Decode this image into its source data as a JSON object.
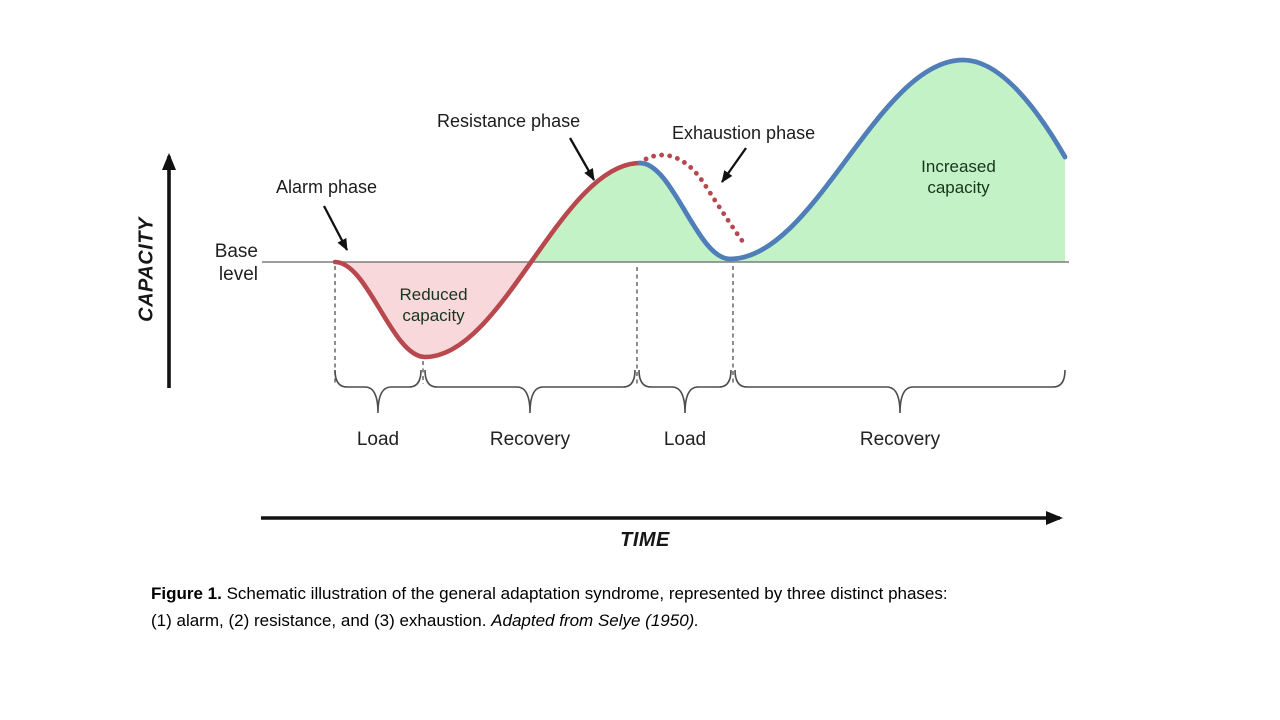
{
  "figure": {
    "y_axis_label": "CAPACITY",
    "x_axis_label": "TIME",
    "base_level": {
      "line1": "Base",
      "line2": "level"
    },
    "annotations": {
      "alarm": "Alarm phase",
      "resistance": "Resistance phase",
      "exhaustion": "Exhaustion phase"
    },
    "regions": {
      "reduced": {
        "line1": "Reduced",
        "line2": "capacity"
      },
      "increased": {
        "line1": "Increased",
        "line2": "capacity"
      }
    },
    "timeline_labels": [
      "Load",
      "Recovery",
      "Load",
      "Recovery"
    ],
    "colors": {
      "red_curve": "#b8484e",
      "pink_fill": "#f9d8db",
      "blue_curve": "#4f7eb8",
      "green_fill": "#c3f2c6",
      "base_line": "#7d7d7d",
      "guide_gray": "#5a5a5a",
      "text_black": "#111111"
    }
  },
  "diagram_data": {
    "type": "schematic",
    "subject": "general adaptation syndrome (Selye)",
    "curve_segments": [
      {
        "name": "alarm-dip",
        "stroke": "solid red",
        "position": "below base level",
        "region_fill": "pink",
        "region_label": "Reduced capacity",
        "bottom_label": "Load"
      },
      {
        "name": "resistance-rise",
        "stroke": "solid red",
        "position": "above base level",
        "region_fill": "green",
        "bottom_label": "Recovery"
      },
      {
        "name": "exhaustion-branch",
        "stroke": "dotted red",
        "position": "descending from resistance peak",
        "bottom_label": "Load"
      },
      {
        "name": "supercompensation",
        "stroke": "solid blue",
        "position": "dip to base then rise above",
        "region_fill": "green",
        "region_label": "Increased capacity",
        "bottom_label": "Recovery"
      }
    ]
  },
  "caption": {
    "figure_label": "Figure 1.",
    "line1_rest": " Schematic illustration of the general adaptation syndrome, represented by three distinct phases:",
    "line2_normal": "(1) alarm, (2) resistance, and (3) exhaustion. ",
    "line2_italic": "Adapted from Selye (1950)."
  }
}
